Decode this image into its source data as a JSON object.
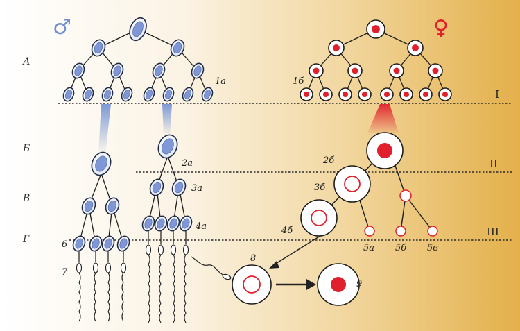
{
  "diagram": {
    "stages": {
      "a": "А",
      "b": "Б",
      "v": "В",
      "g": "Г"
    },
    "periods": {
      "i": "I",
      "ii": "II",
      "iii": "III"
    },
    "labels": {
      "l1a": "1а",
      "l1b": "1б",
      "l2a": "2а",
      "l2b": "2б",
      "l3a": "3а",
      "l3b": "3б",
      "l4a": "4а",
      "l4b": "4б",
      "l5a": "5а",
      "l5b": "5б",
      "l5v": "5в",
      "l6": "6",
      "l7": "7",
      "l8": "8",
      "l9": "9"
    },
    "symbols": {
      "male": "♂",
      "female": "♀"
    },
    "colors": {
      "male_cell": "#7f97d6",
      "male_outline": "#1f2a44",
      "female_nucleus": "#e0202c",
      "female_ring": "#e0202c",
      "female_symbol": "#e0202c",
      "male_symbol": "#6f8fd0",
      "background_start": "#ffffff",
      "background_end": "#e3b04a"
    }
  }
}
